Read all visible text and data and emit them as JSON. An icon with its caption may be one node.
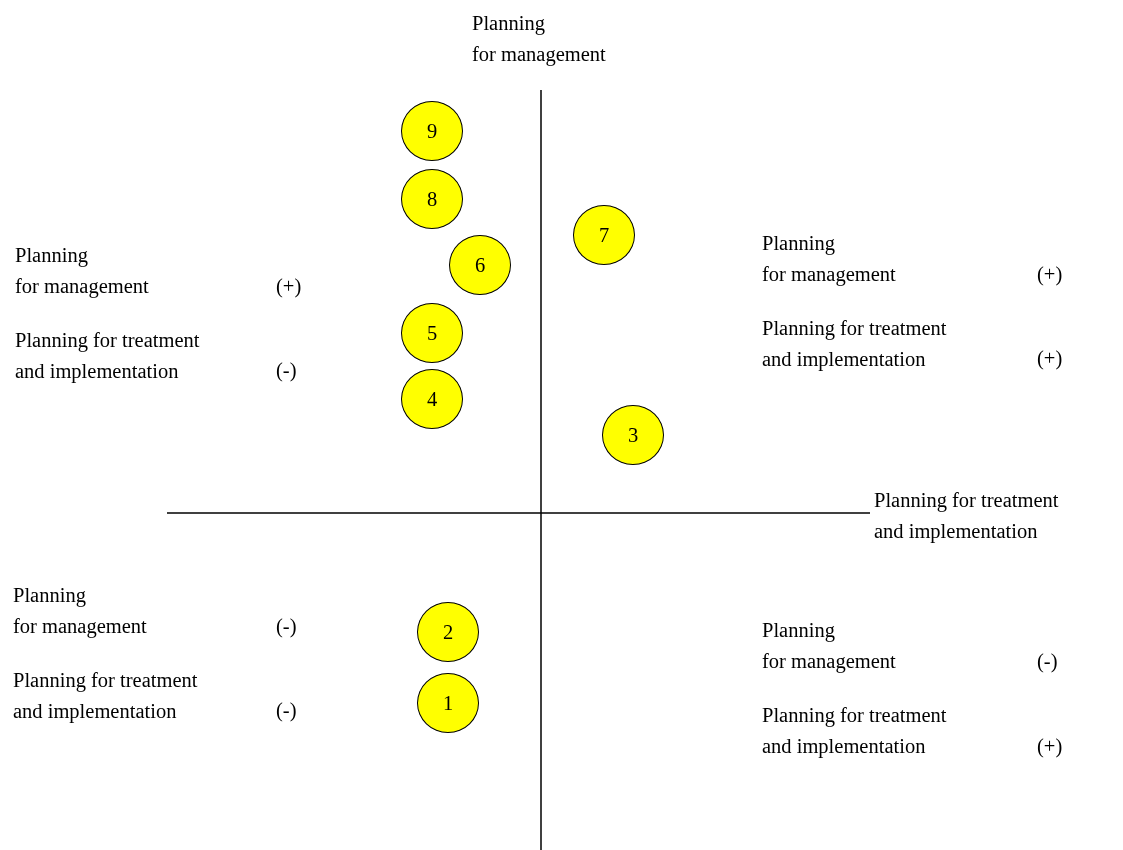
{
  "diagram": {
    "nodes": [
      {
        "text": [
          "9"
        ]
      },
      {
        "text": [
          "8"
        ]
      },
      {
        "text": [
          "7"
        ]
      },
      {
        "text": [
          "6"
        ]
      },
      {
        "text": [
          "5"
        ]
      },
      {
        "text": [
          "4"
        ]
      },
      {
        "text": [
          "3"
        ]
      },
      {
        "text": [
          "2"
        ]
      },
      {
        "text": [
          "1"
        ]
      }
    ],
    "edges": [],
    "labels": [
      "Planning for management",
      "Planning for management",
      "(+)",
      "Planning for treatment and implementation",
      "(-)",
      "Planning for management",
      "(+)",
      "Planning for treatment and implementation",
      "(+)",
      "Planning for treatment and implementation",
      "Planning for management",
      "(-)",
      "Planning for treatment and implementation",
      "(-)",
      "Planning for management",
      "(-)",
      "Planning for treatment and implementation",
      "(+)"
    ]
  }
}
